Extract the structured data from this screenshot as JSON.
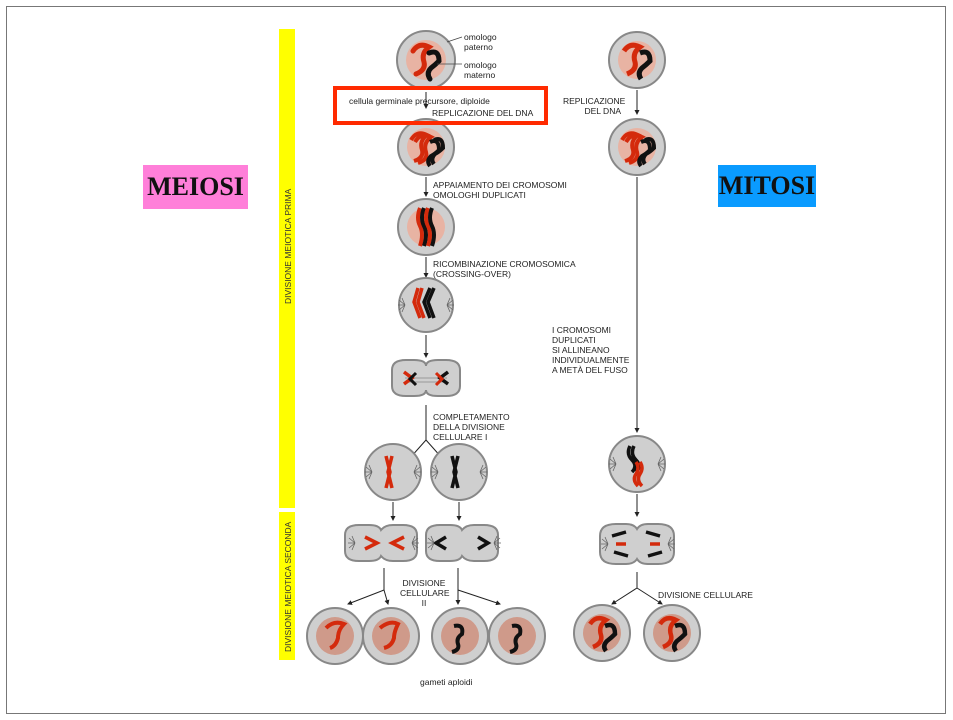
{
  "labels": {
    "meiosi": "MEIOSI",
    "mitosi": "MITOSI",
    "div_prima": "DIVISIONE MEIOTICA PRIMA",
    "div_seconda": "DIVISIONE MEIOTICA SECONDA",
    "omologo_paterno": [
      "omologo",
      "paterno"
    ],
    "omologo_materno": [
      "omologo",
      "materno"
    ],
    "cellula_germinale": "cellula germinale precursore, diploide",
    "replicazione": "REPLICAZIONE DEL DNA",
    "replicazione_mitosi": [
      "REPLICAZIONE",
      "DEL DNA"
    ],
    "appaiamento": [
      "APPAIAMENTO DEI CROMOSOMI",
      "OMOLOGHI DUPLICATI"
    ],
    "ricombinazione": [
      "RICOMBINAZIONE CROMOSOMICA",
      "(CROSSING-OVER)"
    ],
    "completamento": [
      "COMPLETAMENTO",
      "DELLA DIVISIONE",
      "CELLULARE I"
    ],
    "cromosomi_duplicati": [
      "I CROMOSOMI",
      "DUPLICATI",
      "SI ALLINEANO",
      "INDIVIDUALMENTE",
      "A METÀ DEL FUSO"
    ],
    "divisione_ii": [
      "DIVISIONE",
      "CELLULARE",
      "II"
    ],
    "divisione_cellulare": "DIVISIONE CELLULARE",
    "gameti": "gameti aploidi"
  },
  "colors": {
    "meiosi_bg": "#ff7fd9",
    "mitosi_bg": "#0a9bff",
    "bar": "#ffff00",
    "highlight": "#ff2a00",
    "paterno": "#d42a0c",
    "materno": "#111111"
  }
}
